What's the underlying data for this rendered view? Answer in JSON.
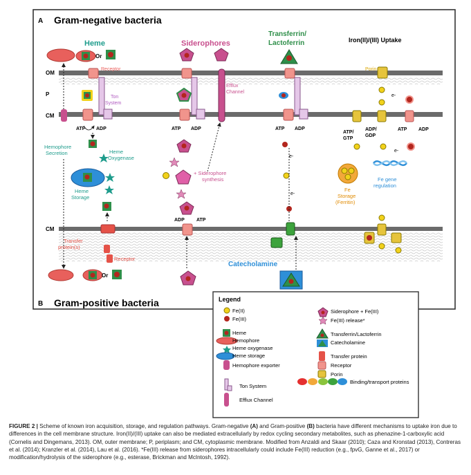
{
  "panel_a": {
    "letter": "A",
    "title": "Gram-negative bacteria"
  },
  "panel_b": {
    "letter": "B",
    "title": "Gram-positive bacteria"
  },
  "membranes": {
    "om": "OM",
    "p": "P",
    "cm_top": "CM",
    "cm_bottom": "CM"
  },
  "sections": {
    "heme": "Heme",
    "siderophores": "Siderophores",
    "transferrin_line1": "Transferrin/",
    "transferrin_line2": "Lactoferrin",
    "iron_uptake": "Iron(II)/(III) Uptake"
  },
  "labels": {
    "or_top": "Or",
    "or_bottom": "Or",
    "receptor_top": "Receptor",
    "ton_line1": "Ton",
    "ton_line2": "System",
    "efflux_line1": "Efflux",
    "efflux_line2": "Channel",
    "porin": "Porin",
    "atp1": "ATP",
    "adp1": "ADP",
    "atp2": "ATP",
    "adp2": "ADP",
    "atp3": "ATP",
    "adp3": "ADP",
    "atp4": "ATP/",
    "gtp4": "GTP",
    "adp5": "ADP/",
    "gdp5": "GDP",
    "atp6": "ATP",
    "adp6": "ADP",
    "adp7": "ADP",
    "atp7": "ATP",
    "heme_oxy_line1": "Heme",
    "heme_oxy_line2": "Oxygenase",
    "hemophore_sec_line1": "Hemophore",
    "hemophore_sec_line2": "Secretion",
    "heme_storage_line1": "Heme",
    "heme_storage_line2": "Storage",
    "sid_synth_line1": "+ Siderophore",
    "sid_synth_line2": "synthesis",
    "e_minus_1": "e-",
    "e_minus_2": "e-",
    "e_minus_3": "e-",
    "e_minus_4": "e-",
    "fe_storage_line1": "Fe",
    "fe_storage_line2": "Storage",
    "fe_storage_line3": "(Ferritin)",
    "fe_gene_line1": "Fe gene",
    "fe_gene_line2": "regulation",
    "transfer_line1": "Transfer",
    "transfer_line2": "protein(s)",
    "receptor_bottom": "Receptor",
    "catecholamine": "Catecholamine"
  },
  "legend": {
    "title": "Legend",
    "items": [
      "Fe(II)",
      "Fe(III)",
      "Heme",
      "Hemophore",
      "Heme oxygenase",
      "Heme storage",
      "Hemophore exporter",
      "Ton System",
      "Efflux Channel",
      "Siderophore + Fe(III)",
      "Fe(III) release*",
      "Transferrin/Lactoferrin",
      "Catecholamine",
      "Transfer protein",
      "Receptor",
      "Porin",
      "Binding/transport proteins"
    ]
  },
  "colors": {
    "hemophore": "#e8605c",
    "heme_green": "#2f8f4a",
    "fe3": "#b3261e",
    "fe2": "#f2d21b",
    "siderophore": "#c8508e",
    "receptor": "#f1948c",
    "porin": "#e6c43c",
    "transfer": "#e55248",
    "teal": "#1e9c8c",
    "blue_storage": "#2e8fd8",
    "membrane": "#6b6b6b"
  },
  "caption": {
    "fig_label": "FIGURE 2 |",
    "part1": " Scheme of known iron acquisition, storage, and regulation pathways. Gram-negative ",
    "a": "(A)",
    "part2": " and Gram-positive ",
    "b": "(B)",
    "part3": " bacteria have different mechanisms to uptake iron due to differences in the cell membrane structure. Iron(II)/(III) uptake can also be mediated extracellularly by redox cycling secondary metabolites, such as phenazine-1-carboxylic acid (Cornelis and Dingemans, 2013). OM, outer membrane; P, periplasm; and CM, cytoplasmic membrane. Modified from Anzaldi and Skaar (2010); Caza and Kronstad (2013), Contreras et al. (2014); Kranzler et al. (2014), Lau et al. (2016). *Fe(III) release from siderophores intracellularly could include Fe(III) reduction (e.g., fpvG, Ganne et al., 2017) or modification/hydrolysis of the siderophore (e.g., esterase, Brickman and McIntosh, 1992)."
  }
}
